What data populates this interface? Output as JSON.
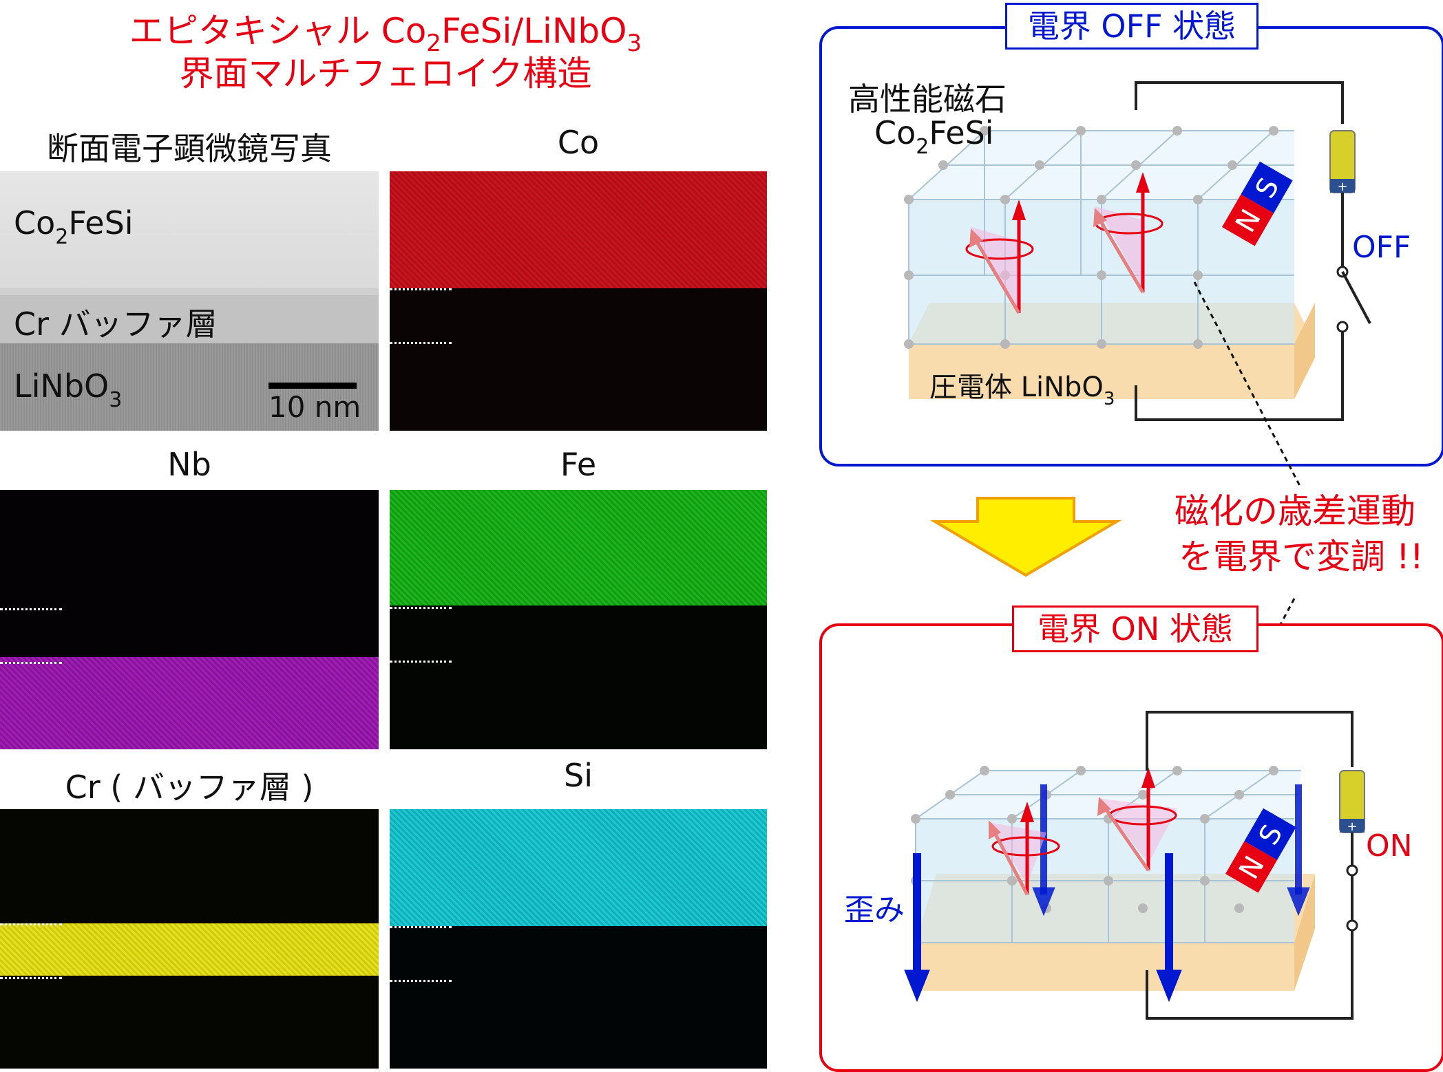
{
  "title": {
    "line1_prefix": "エピタキシャル Co",
    "line1_sub1": "2",
    "line1_mid": "FeSi/LiNbO",
    "line1_sub2": "3",
    "line2": "界面マルチフェロイク構造"
  },
  "panels": {
    "tem": {
      "label": "断面電子顕微鏡写真",
      "layer1_main": "Co",
      "layer1_sub": "2",
      "layer1_tail": "FeSi",
      "layer2": "Cr バッファ層",
      "layer3_main": "LiNbO",
      "layer3_sub": "3",
      "scalebar": "10 nm"
    },
    "co": {
      "label": "Co"
    },
    "nb": {
      "label": "Nb"
    },
    "fe": {
      "label": "Fe"
    },
    "cr": {
      "label": "Cr ( バッファ層 )"
    },
    "si": {
      "label": "Si"
    }
  },
  "colors": {
    "accent_red": "#e60012",
    "accent_blue": "#0019d0",
    "co_map": "#c8141e",
    "nb_map": "#a01eb4",
    "fe_map": "#1eb41e",
    "cr_map": "#e6e11e",
    "si_map": "#1ec8d2",
    "arrow_yellow": "#ffee00"
  },
  "diagram": {
    "off_box": {
      "label": "電界 OFF 状態",
      "magnet_line1": "高性能磁石",
      "magnet_line2_main": "Co",
      "magnet_line2_sub": "2",
      "magnet_line2_tail": "FeSi",
      "substrate_main": "圧電体 LiNbO",
      "substrate_sub": "3",
      "switch_state": "OFF"
    },
    "on_box": {
      "label": "電界 ON 状態",
      "strain_label": "歪み",
      "switch_state": "ON"
    },
    "note_line1": "磁化の歳差運動",
    "note_line2": "を電界で変調 !!",
    "magnet_n": "N",
    "magnet_s": "S",
    "battery_plus": "+"
  }
}
